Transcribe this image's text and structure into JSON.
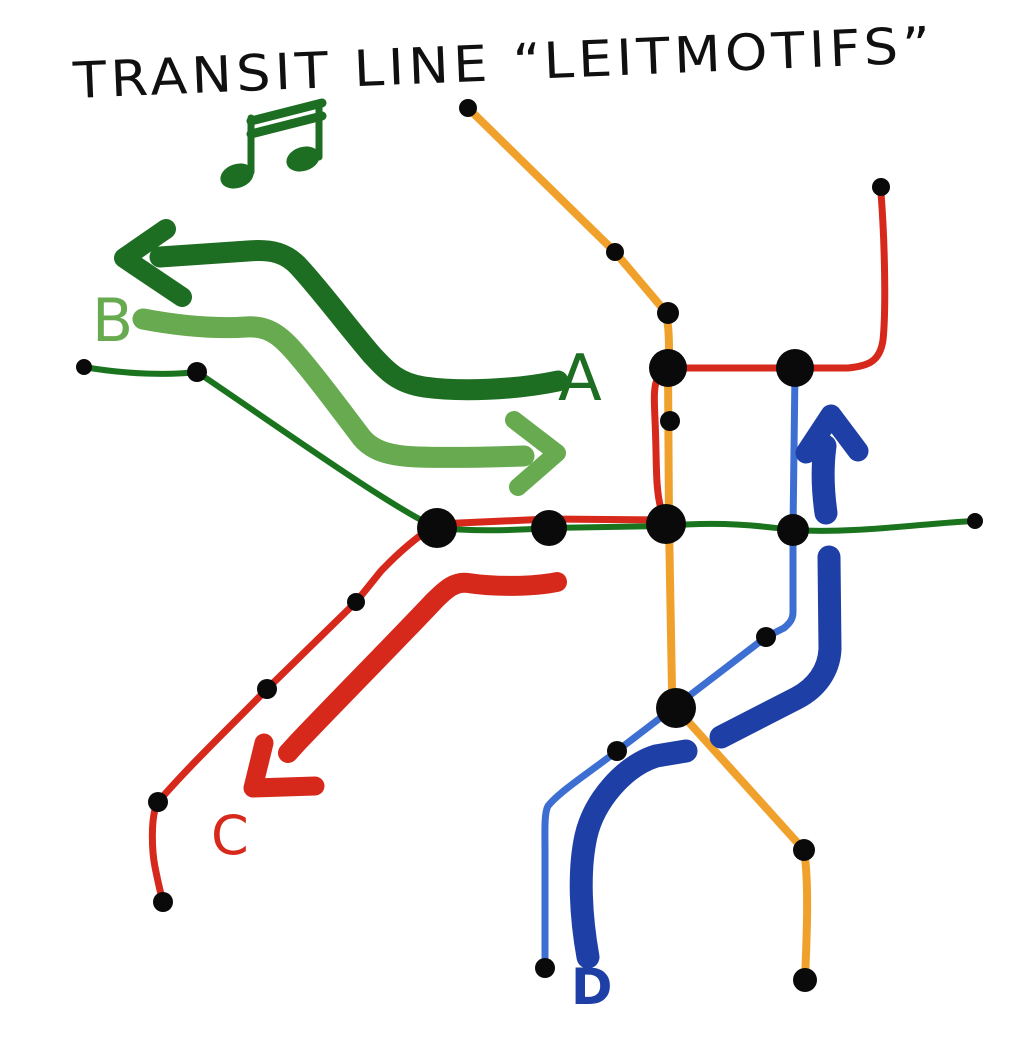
{
  "title": "TRANSIT LINE “LEITMOTIFS”",
  "annotations": {
    "a": {
      "label": "A",
      "color": "#1d6e22",
      "style": "thick dark-green arrow pointing left"
    },
    "b": {
      "label": "B",
      "color": "#67aa50",
      "style": "thick light-green arrow pointing right"
    },
    "c": {
      "label": "C",
      "color": "#d6291b",
      "style": "thick red arrow pointing down-left"
    },
    "d": {
      "label": "D",
      "color": "#1e3fa5",
      "style": "thick dark-blue arrow pointing up"
    }
  },
  "icons": {
    "music_note": "beamed-eighth-notes"
  },
  "colors": {
    "ink": "#101010",
    "map_green": "#1a741d",
    "map_red": "#d6291b",
    "map_orange": "#f0a12c",
    "map_blue": "#3d6fd2",
    "arrow_green": "#1d6e22",
    "arrow_green_light": "#67aa50",
    "arrow_red": "#d6291b",
    "arrow_blue": "#1e3fa5",
    "station": "#0a0a0a"
  },
  "map": {
    "lines": [
      {
        "name": "green-line",
        "color": "#1a741d"
      },
      {
        "name": "red-line",
        "color": "#d6291b"
      },
      {
        "name": "orange-line",
        "color": "#f0a12c"
      },
      {
        "name": "blue-line",
        "color": "#3d6fd2"
      }
    ],
    "stations": [
      [
        84,
        367,
        8
      ],
      [
        197,
        372,
        10
      ],
      [
        437,
        528,
        20
      ],
      [
        549,
        528,
        18
      ],
      [
        666,
        524,
        20
      ],
      [
        793,
        530,
        16
      ],
      [
        975,
        521,
        8
      ],
      [
        468,
        108,
        9
      ],
      [
        615,
        252,
        9
      ],
      [
        668,
        313,
        11
      ],
      [
        670,
        421,
        10
      ],
      [
        668,
        368,
        19
      ],
      [
        795,
        368,
        19
      ],
      [
        881,
        187,
        9
      ],
      [
        356,
        602,
        9
      ],
      [
        267,
        689,
        10
      ],
      [
        158,
        802,
        10
      ],
      [
        163,
        902,
        10
      ],
      [
        766,
        637,
        10
      ],
      [
        617,
        751,
        10
      ],
      [
        545,
        968,
        10
      ],
      [
        676,
        708,
        20
      ],
      [
        804,
        850,
        11
      ],
      [
        805,
        980,
        12
      ]
    ]
  }
}
